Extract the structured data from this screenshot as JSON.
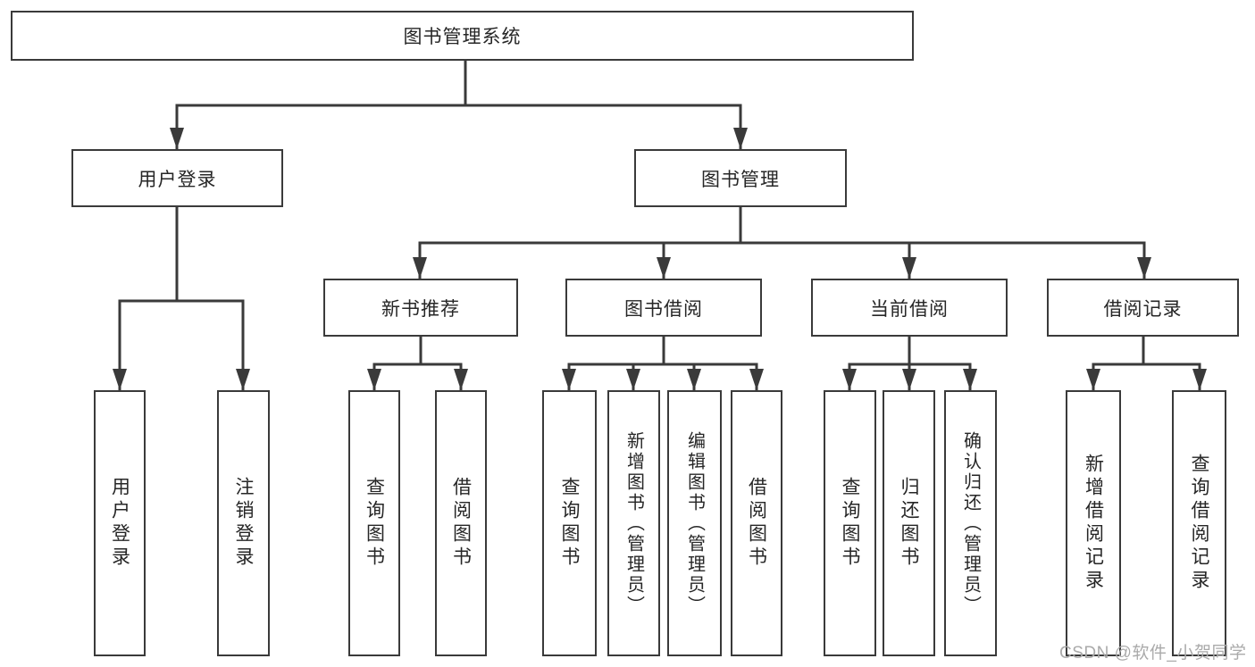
{
  "diagram": {
    "root": {
      "label": "图书管理系统"
    },
    "branches": [
      {
        "label": "用户登录",
        "children": [
          {
            "label": "用户登录"
          },
          {
            "label": "注销登录"
          }
        ]
      },
      {
        "label": "图书管理",
        "children": [
          {
            "label": "新书推荐",
            "children": [
              {
                "label": "查询图书"
              },
              {
                "label": "借阅图书"
              }
            ]
          },
          {
            "label": "图书借阅",
            "children": [
              {
                "label": "查询图书"
              },
              {
                "label": "新增图书（管理员）"
              },
              {
                "label": "编辑图书（管理员）"
              },
              {
                "label": "借阅图书"
              }
            ]
          },
          {
            "label": "当前借阅",
            "children": [
              {
                "label": "查询图书"
              },
              {
                "label": "归还图书"
              },
              {
                "label": "确认归还（管理员）"
              }
            ]
          },
          {
            "label": "借阅记录",
            "children": [
              {
                "label": "新增借阅记录"
              },
              {
                "label": "查询借阅记录"
              }
            ]
          }
        ]
      }
    ]
  },
  "watermark": {
    "text": "CSDN @软件_小贺同学"
  },
  "colors": {
    "line": "#3a3a3a",
    "box_border": "#3a3a3a",
    "box_background": "#ffffff",
    "text": "#262626",
    "watermark": "#aaaaaa"
  }
}
